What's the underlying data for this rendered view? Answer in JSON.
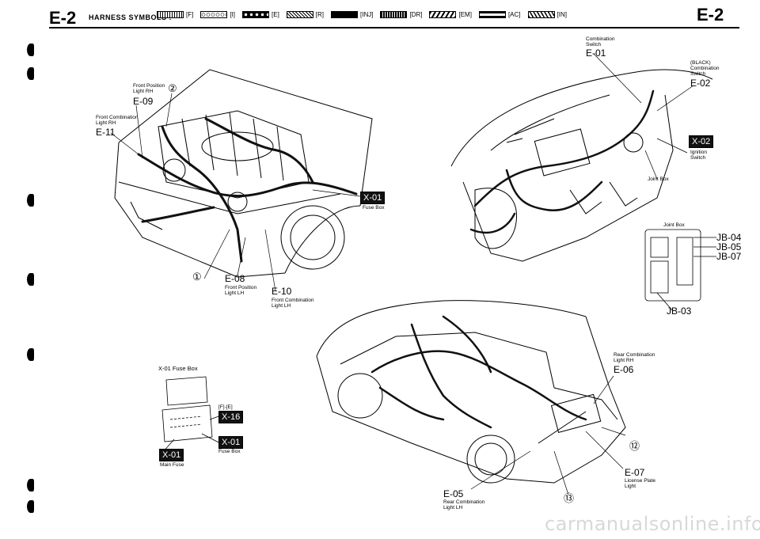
{
  "header": {
    "page_code_left": "E-2",
    "title": "HARNESS SYMBOLS :",
    "page_code_right": "E-2",
    "legend": [
      {
        "label": "[F]",
        "style": "hatch-thin"
      },
      {
        "label": "[I]",
        "style": "open-circles"
      },
      {
        "label": "[E]",
        "style": "solid-dots"
      },
      {
        "label": "[R]",
        "style": "hatch-diag"
      },
      {
        "label": "[INJ]",
        "style": "solid-bar"
      },
      {
        "label": "[DR]",
        "style": "vertical-lines"
      },
      {
        "label": "[EM]",
        "style": "slashes"
      },
      {
        "label": "[AC]",
        "style": "double-bar"
      },
      {
        "label": "[IN]",
        "style": "zigzag"
      }
    ]
  },
  "engine": {
    "front_position_rh": {
      "text": "Front Position\nLight RH",
      "code": "E-09"
    },
    "circle_2": "②",
    "front_combination_rh": {
      "text": "Front Combination\nLight RH",
      "code": "E-11"
    },
    "circle_1": "①",
    "x01_badge": "X-01",
    "fuse_box": "Fuse Box",
    "front_position_lh": {
      "code": "E-08",
      "text": "Front Position\nLight LH"
    },
    "front_combination_lh": {
      "code": "E-10",
      "text": "Front Combination\nLight LH"
    }
  },
  "dashboard": {
    "combination_switch": {
      "text": "Combination\nSwitch",
      "code": "E-01"
    },
    "black_combination": {
      "text": "(BLACK)\nCombination\nSwitch",
      "code": "E-02"
    },
    "x02_badge": "X-02",
    "ignition": "Ignition\nSwitch",
    "joint_box_1": "Joint Box",
    "joint_box_2": "Joint Box",
    "jb": [
      "JB-04",
      "JB-05",
      "JB-07"
    ],
    "jb03": "JB-03"
  },
  "fuse_detail": {
    "title": "X-01 Fuse Box",
    "fi_label": "[F]-[E]",
    "x16_badge": "X-16",
    "x01_badge_right": "X-01",
    "fuse_box": "Fuse Box",
    "x01_badge_left": "X-01",
    "main_fuse": "Main Fuse"
  },
  "body": {
    "rear_combination_rh": {
      "text": "Rear Combination\nLight RH",
      "code": "E-06"
    },
    "circle_12": "⑫",
    "license_plate": {
      "code": "E-07",
      "text": "License Plate\nLight"
    },
    "circle_13": "⑬",
    "rear_combination_lh": {
      "code": "E-05",
      "text": "Rear Combination\nLight LH"
    }
  },
  "watermark": "carmanualsonline.info"
}
